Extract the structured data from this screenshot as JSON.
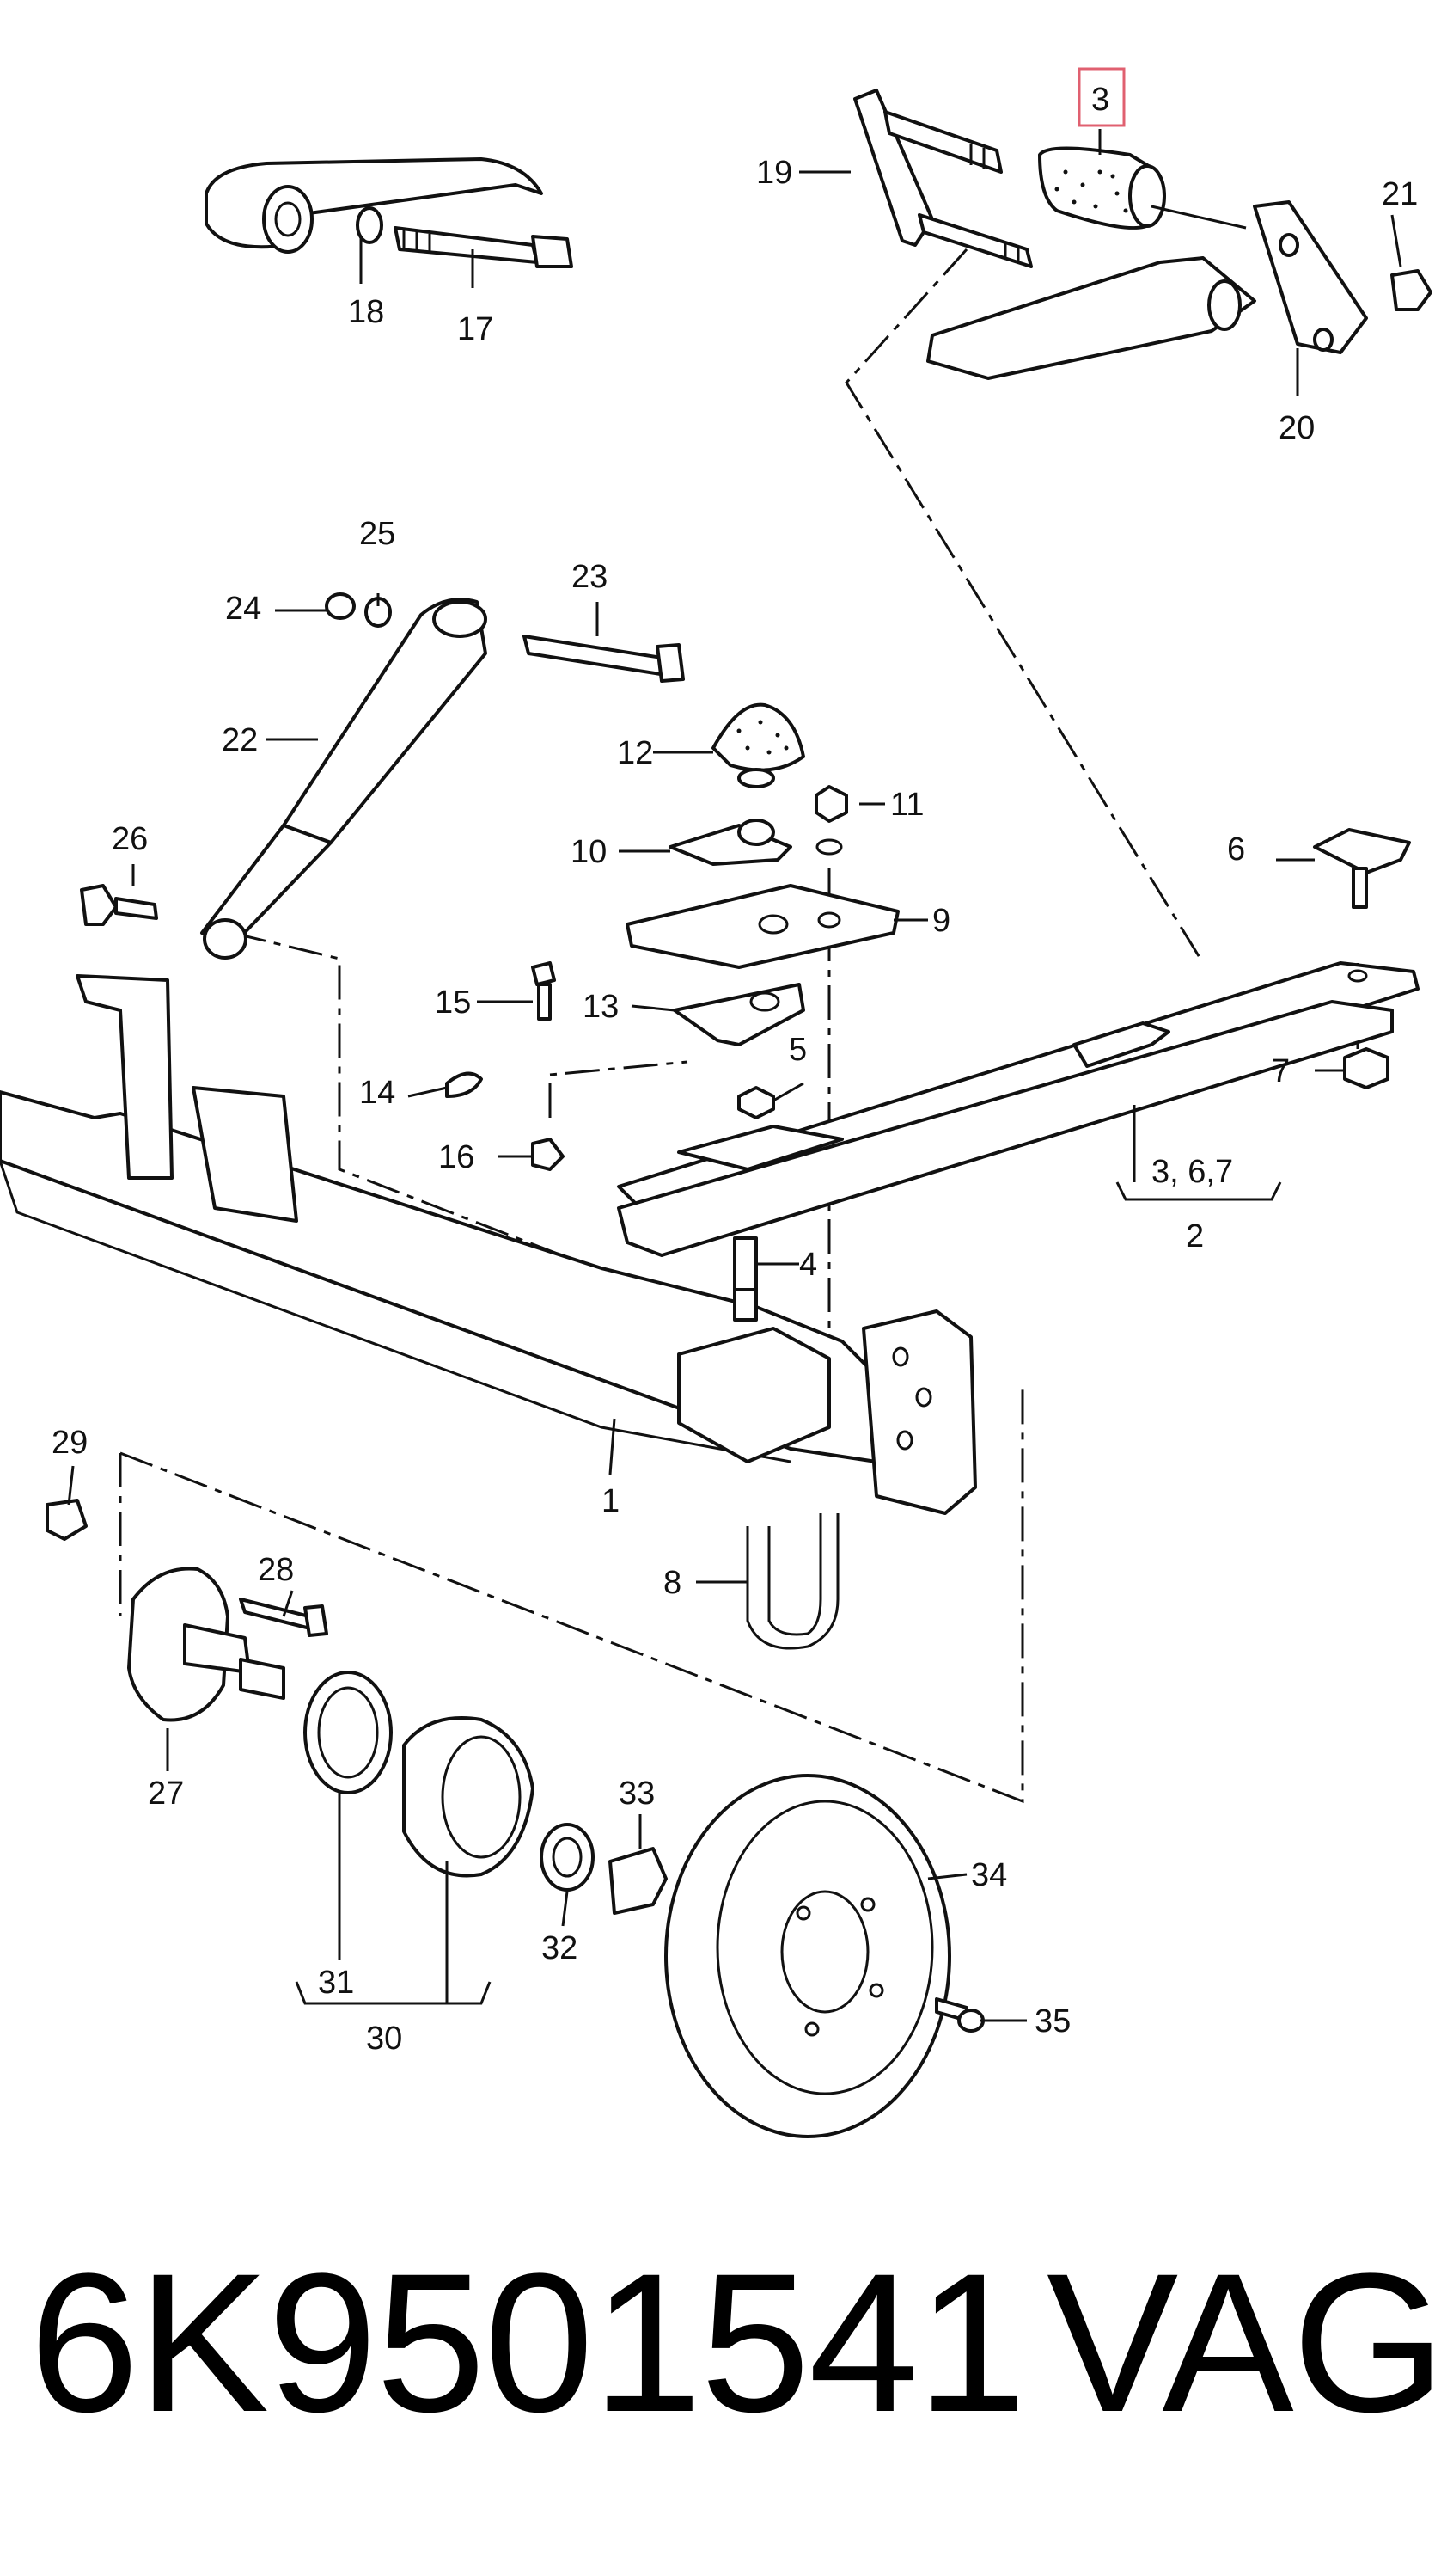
{
  "callouts": {
    "c1": "1",
    "c2": "2",
    "c3": "3",
    "c367": "3, 6,7",
    "c4": "4",
    "c5": "5",
    "c6": "6",
    "c7": "7",
    "c8": "8",
    "c9": "9",
    "c10": "10",
    "c11": "11",
    "c12": "12",
    "c13": "13",
    "c14": "14",
    "c15": "15",
    "c16": "16",
    "c17": "17",
    "c18": "18",
    "c19": "19",
    "c20": "20",
    "c21": "21",
    "c22": "22",
    "c23": "23",
    "c24": "24",
    "c25": "25",
    "c26": "26",
    "c27": "27",
    "c28": "28",
    "c29": "29",
    "c30": "30",
    "c31": "31",
    "c32": "32",
    "c33": "33",
    "c34": "34",
    "c35": "35"
  },
  "highlighted_callout": "3",
  "highlight_color": "#e06070",
  "footer": {
    "part_number": "6K9501541",
    "brand": "VAG"
  }
}
